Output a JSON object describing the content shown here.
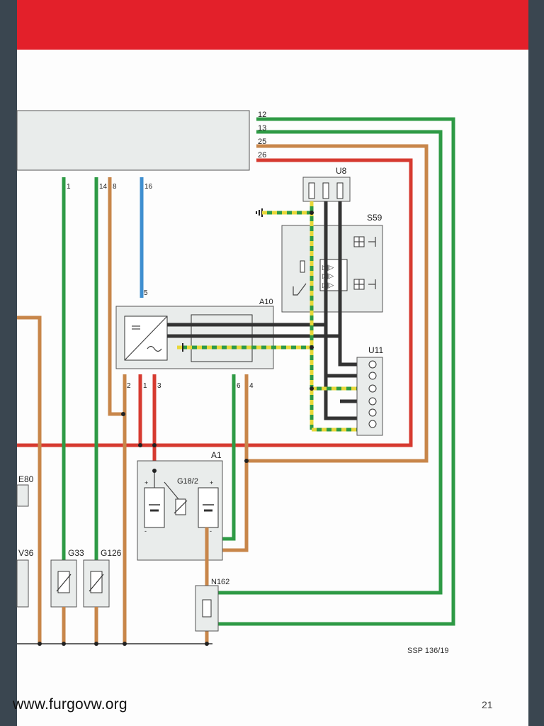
{
  "labels": {
    "pins_top_right": [
      "12",
      "13",
      "25",
      "26"
    ],
    "pins_bottom": [
      "1",
      "14",
      "8",
      "16"
    ],
    "pin_a10_top": "5",
    "pins_a10_bottom": [
      "2",
      "1",
      "3",
      "6",
      "4"
    ],
    "u8": "U8",
    "s59": "S59",
    "a10": "A10",
    "u11": "U11",
    "a1": "A1",
    "g18_2": "G18/2",
    "e80": "E80",
    "v36": "V36",
    "g33": "G33",
    "g126": "G126",
    "n162": "N162"
  },
  "colors": {
    "red_band": "#e3202a",
    "green": "#2e9a45",
    "brown": "#c8864a",
    "red": "#d63a30",
    "blue": "#3f8fd0",
    "black": "#333333",
    "yellow": "#e8d83a",
    "box_fill": "#e9eceb"
  },
  "reference": "SSP 136/19",
  "page_number": "21",
  "watermark": "www.furgovw.org"
}
